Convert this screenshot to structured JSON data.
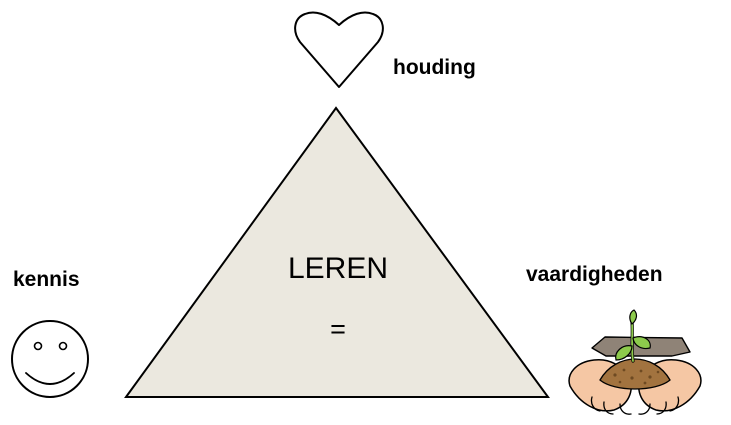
{
  "diagram": {
    "center": {
      "title": "LEREN",
      "symbol": "="
    },
    "corners": {
      "top": {
        "label": "houding",
        "icon": "heart-icon"
      },
      "left": {
        "label": "kennis",
        "icon": "smiley-face-icon"
      },
      "right": {
        "label": "vaardigheden",
        "icon": "hands-holding-seedling-icon"
      }
    },
    "colors": {
      "triangle_fill": "#ebe8df",
      "outline": "#000000",
      "skin": "#f5c7a4",
      "soil": "#a2733f",
      "plant": "#8dca4c"
    }
  }
}
